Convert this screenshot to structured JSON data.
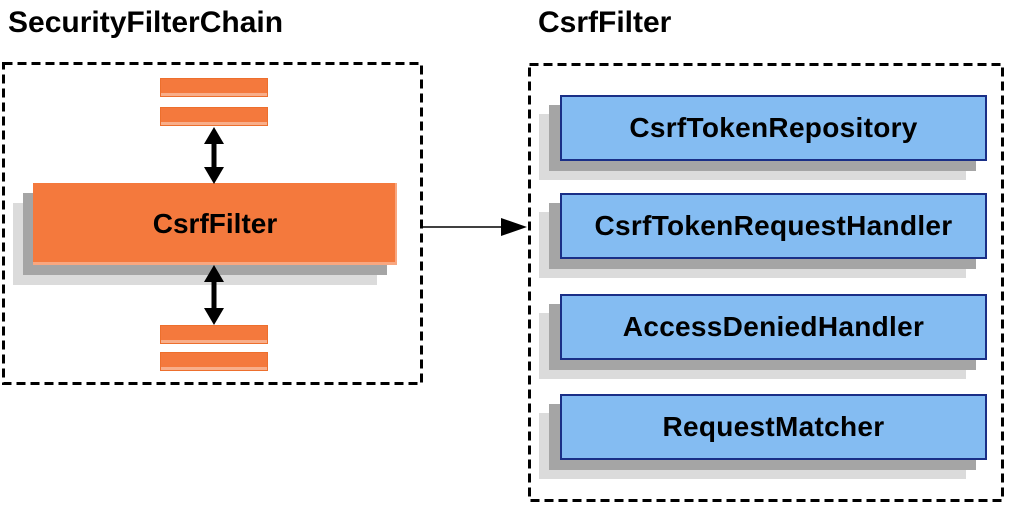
{
  "left_panel": {
    "title": "SecurityFilterChain",
    "filter_box_label": "CsrfFilter",
    "placeholder_bars": {
      "top_count": 2,
      "bottom_count": 2
    }
  },
  "right_panel": {
    "title": "CsrfFilter",
    "boxes": [
      {
        "label": "CsrfTokenRepository"
      },
      {
        "label": "CsrfTokenRequestHandler"
      },
      {
        "label": "AccessDeniedHandler"
      },
      {
        "label": "RequestMatcher"
      }
    ]
  },
  "icons": {
    "vertical_arrows": "double-arrow-icon",
    "connector": "right-arrow-icon"
  },
  "colors": {
    "orange_fill": "#F4793D",
    "orange_border": "#ED6F2D",
    "blue_fill": "#84BCF2",
    "blue_border": "#1A2F87",
    "shadow_dark": "#A5A5A5",
    "shadow_light": "#DBDBDB",
    "dash_border": "#000000",
    "text": "#000000"
  }
}
